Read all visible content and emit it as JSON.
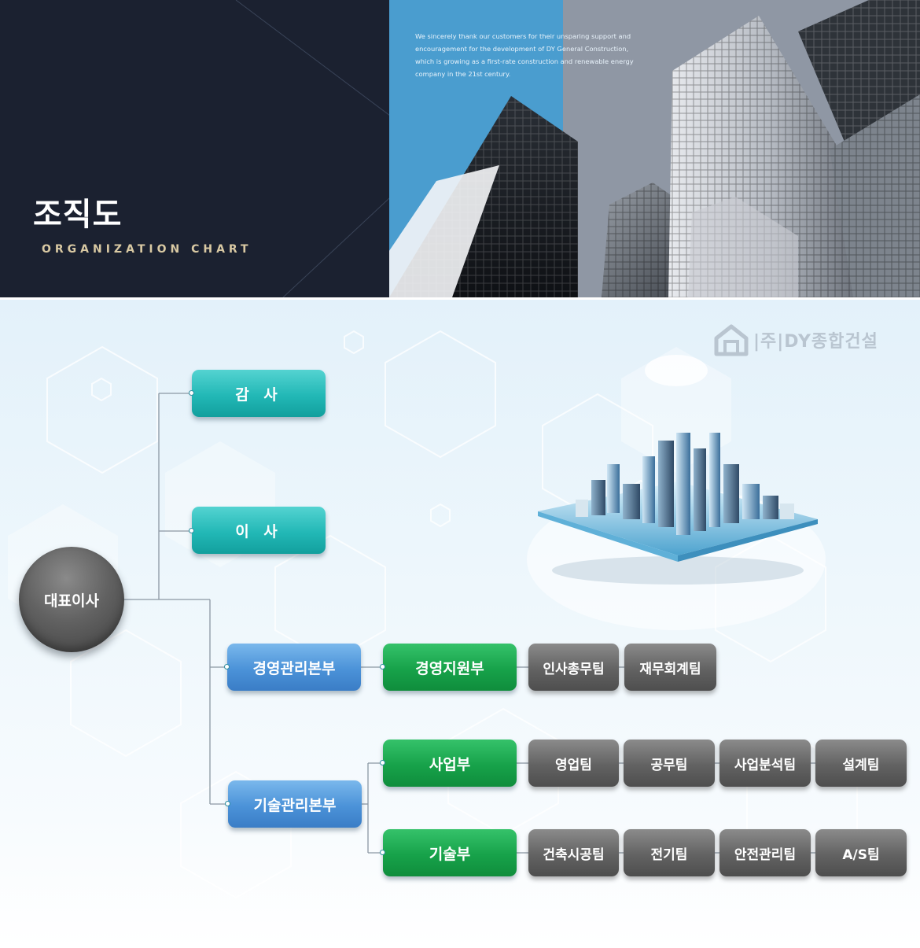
{
  "header": {
    "title": "조직도",
    "subtitle": "ORGANIZATION CHART",
    "thanks_text": "We sincerely thank our customers for their unsparing support and encouragement for the development of DY General Construction, which is growing as a first-rate construction and renewable energy company in the 21st century."
  },
  "logo": {
    "text": "|주|DY종합건설"
  },
  "chart": {
    "ceo": "대표이사",
    "audit": "감 사",
    "directors": "이 사",
    "management_hq": "경영관리본부",
    "tech_hq": "기술관리본부",
    "mgmt_support": "경영지원부",
    "business": "사업부",
    "technology": "기술부",
    "teams_support": [
      "인사총무팀",
      "재무회계팀"
    ],
    "teams_business": [
      "영업팀",
      "공무팀",
      "사업분석팀",
      "설계팀"
    ],
    "teams_technology": [
      "건축시공팀",
      "전기팀",
      "안전관리팀",
      "A/S팀"
    ]
  },
  "colors": {
    "header_dark": "#1b2130",
    "header_blue": "#4a9dcf",
    "teal": "#22b8b6",
    "blue": "#4b92d8",
    "green": "#17a24a",
    "grey": "#626262",
    "gold_text": "#d9c9a3"
  }
}
